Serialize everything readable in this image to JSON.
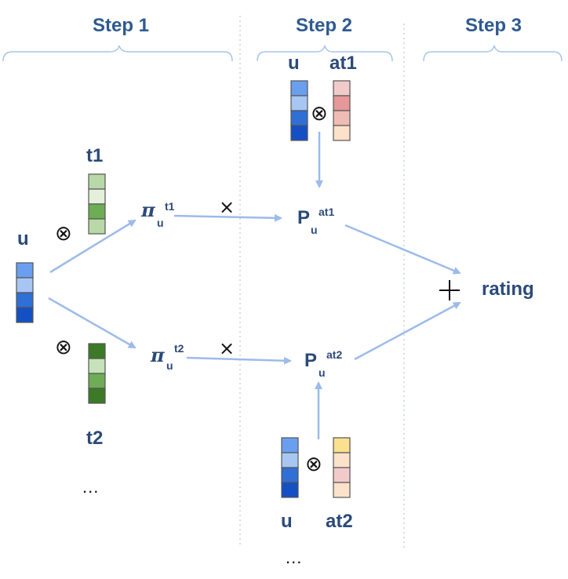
{
  "steps": [
    "Step 1",
    "Step 2",
    "Step 3"
  ],
  "step1": {
    "u": "u",
    "t1": "t1",
    "t2": "t2",
    "ellipsis": "...",
    "pi_symbol": "π",
    "pi_sub": "u",
    "pi1_sup": "t1",
    "pi2_sup": "t2"
  },
  "step2": {
    "u": "u",
    "at1": "at1",
    "at2": "at2",
    "ellipsis": "...",
    "p_symbol": "P",
    "p_sub": "u",
    "p1_sup": "at1",
    "p2_sup": "at2"
  },
  "step3": {
    "plus": "+",
    "rating": "rating"
  },
  "operators": {
    "otimes": "⊗",
    "times": "×"
  },
  "colors": {
    "step_text": "#2e5a8f",
    "label_text": "#2b4a78",
    "arrow": "#9dbbea",
    "brace": "#a8c4e8",
    "divider": "#b9c8d8",
    "u_vector": [
      "#6a9ff0",
      "#a8c6f2",
      "#2f6fd6",
      "#1450c4"
    ],
    "t1_vector": [
      "#b9d8a8",
      "#e4f0da",
      "#6eac55",
      "#b9d8a8"
    ],
    "t2_vector": [
      "#3c7a26",
      "#c6e2b8",
      "#6eac55",
      "#3c7a26"
    ],
    "at1_vector": [
      "#f3caca",
      "#e69898",
      "#eebcb2",
      "#fbe2c8"
    ],
    "at2_vector": [
      "#fbe08e",
      "#fbe2c8",
      "#f3caca",
      "#fbe2c8"
    ]
  }
}
